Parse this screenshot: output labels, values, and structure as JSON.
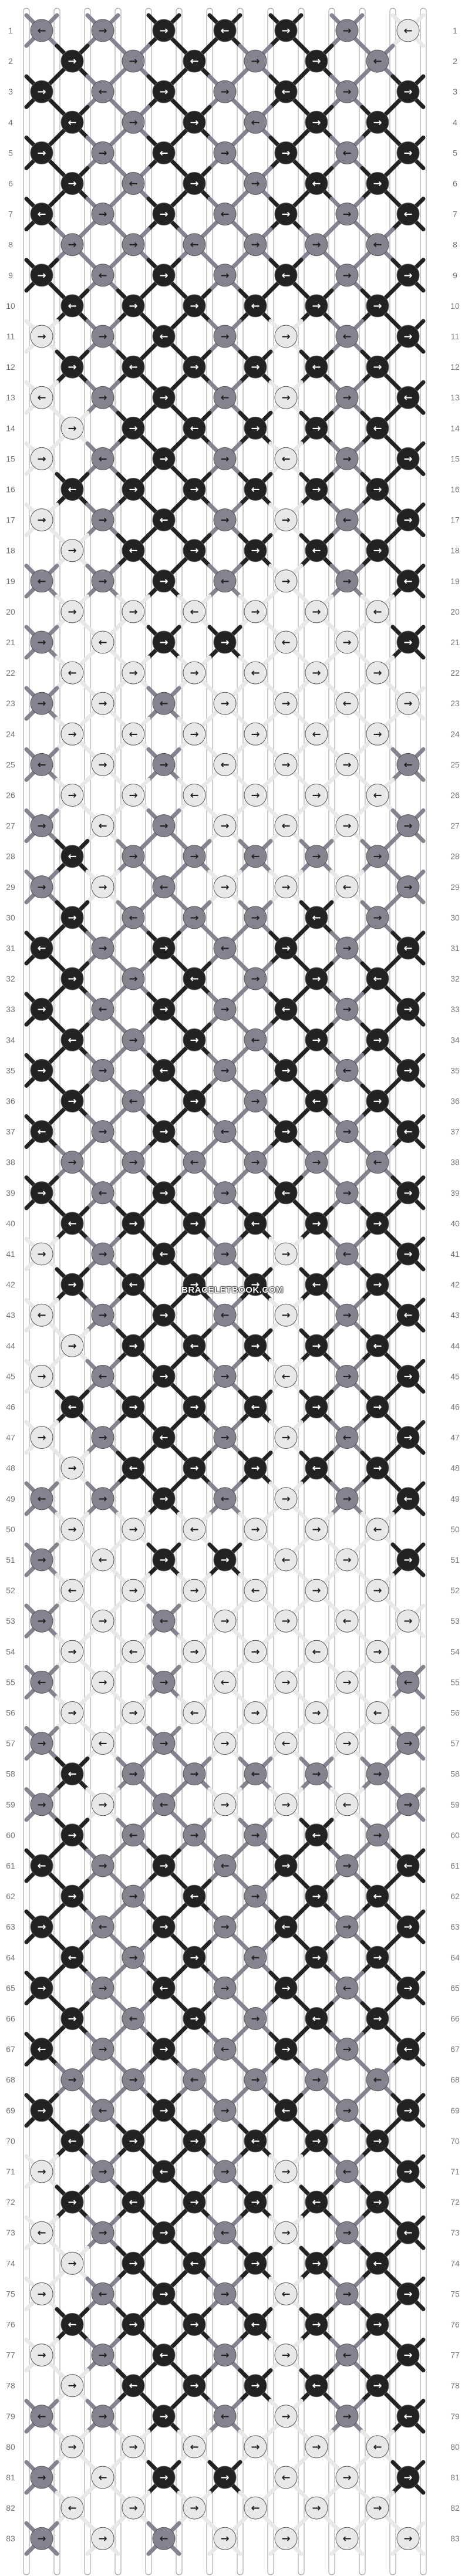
{
  "pattern": {
    "row_numbers_left": [
      "1",
      "2",
      "3",
      "4",
      "5",
      "6",
      "7",
      "8",
      "9",
      "10",
      "11",
      "12",
      "13",
      "14",
      "15",
      "16",
      "17",
      "18",
      "19",
      "20",
      "21",
      "22",
      "23",
      "24",
      "25",
      "26",
      "27",
      "28",
      "29",
      "30",
      "31",
      "32",
      "33",
      "34",
      "35",
      "36",
      "37",
      "38",
      "39",
      "40",
      "41",
      "42",
      "43",
      "44",
      "45",
      "46",
      "47",
      "48",
      "49",
      "50",
      "51",
      "52",
      "53",
      "54",
      "55",
      "56",
      "57",
      "58",
      "59",
      "60",
      "61",
      "62",
      "63",
      "64",
      "65",
      "66",
      "67",
      "68",
      "69",
      "70",
      "71",
      "72",
      "73",
      "74",
      "75",
      "76",
      "77",
      "78",
      "79",
      "80",
      "81",
      "82",
      "83"
    ],
    "row_numbers_right": [
      "1",
      "2",
      "3",
      "4",
      "5",
      "6",
      "7",
      "8",
      "9",
      "10",
      "11",
      "12",
      "13",
      "14",
      "15",
      "16",
      "17",
      "18",
      "19",
      "20",
      "21",
      "22",
      "23",
      "24",
      "25",
      "26",
      "27",
      "28",
      "29",
      "30",
      "31",
      "32",
      "33",
      "34",
      "35",
      "36",
      "37",
      "38",
      "39",
      "40",
      "41",
      "42",
      "43",
      "44",
      "45",
      "46",
      "47",
      "48",
      "49",
      "50",
      "51",
      "52",
      "53",
      "54",
      "55",
      "56",
      "57",
      "58",
      "59",
      "60",
      "61",
      "62",
      "63",
      "64",
      "65",
      "66",
      "67",
      "68",
      "69",
      "70",
      "71",
      "72",
      "73",
      "74",
      "75",
      "76",
      "77",
      "78",
      "79",
      "80",
      "81",
      "82",
      "83"
    ],
    "strand_count": 14,
    "knots_per_odd_row": 7,
    "knots_per_even_row": 6,
    "palette": {
      "black": "#222222",
      "gray": "#85838f",
      "white": "#e8e8e8",
      "outline": "#555555",
      "row_number_color": "#777777"
    },
    "rows": [
      [
        "gray",
        "gray",
        "black",
        "black",
        "black",
        "gray",
        "white"
      ],
      [
        "black",
        "gray",
        "black",
        "gray",
        "black",
        "gray"
      ],
      [
        "black",
        "gray",
        "black",
        "gray",
        "black",
        "gray",
        "black"
      ],
      [
        "black",
        "gray",
        "black",
        "gray",
        "black",
        "black"
      ],
      [
        "black",
        "gray",
        "black",
        "gray",
        "black",
        "gray",
        "black"
      ],
      [
        "black",
        "gray",
        "black",
        "gray",
        "black",
        "black"
      ],
      [
        "black",
        "gray",
        "black",
        "gray",
        "black",
        "gray",
        "black"
      ],
      [
        "gray",
        "gray",
        "gray",
        "gray",
        "gray",
        "gray"
      ],
      [
        "black",
        "gray",
        "black",
        "gray",
        "black",
        "gray",
        "black"
      ],
      [
        "black",
        "black",
        "black",
        "black",
        "black",
        "black"
      ],
      [
        "white",
        "gray",
        "black",
        "gray",
        "white",
        "gray",
        "black"
      ],
      [
        "black",
        "black",
        "black",
        "black",
        "black",
        "black"
      ],
      [
        "white",
        "gray",
        "black",
        "gray",
        "white",
        "gray",
        "black"
      ],
      [
        "white",
        "black",
        "black",
        "black",
        "black",
        "black"
      ],
      [
        "white",
        "gray",
        "black",
        "gray",
        "white",
        "gray",
        "black"
      ],
      [
        "black",
        "black",
        "black",
        "black",
        "black",
        "black"
      ],
      [
        "white",
        "gray",
        "black",
        "gray",
        "white",
        "gray",
        "black"
      ],
      [
        "white",
        "black",
        "black",
        "black",
        "black",
        "black"
      ],
      [
        "gray",
        "gray",
        "black",
        "gray",
        "white",
        "gray",
        "black"
      ],
      [
        "white",
        "white",
        "white",
        "white",
        "white",
        "white"
      ],
      [
        "gray",
        "white",
        "black",
        "black",
        "white",
        "white",
        "black"
      ],
      [
        "white",
        "white",
        "white",
        "white",
        "white",
        "white"
      ],
      [
        "gray",
        "white",
        "gray",
        "white",
        "white",
        "white",
        "white"
      ],
      [
        "white",
        "white",
        "white",
        "white",
        "white",
        "white"
      ],
      [
        "gray",
        "white",
        "gray",
        "white",
        "white",
        "white",
        "gray"
      ],
      [
        "white",
        "white",
        "white",
        "white",
        "white",
        "white"
      ],
      [
        "gray",
        "white",
        "gray",
        "white",
        "white",
        "white",
        "gray"
      ],
      [
        "black",
        "gray",
        "gray",
        "gray",
        "gray",
        "gray"
      ],
      [
        "gray",
        "white",
        "gray",
        "white",
        "white",
        "white",
        "gray"
      ],
      [
        "black",
        "gray",
        "gray",
        "gray",
        "black",
        "gray"
      ],
      [
        "black",
        "gray",
        "black",
        "gray",
        "black",
        "gray",
        "black"
      ],
      [
        "black",
        "gray",
        "black",
        "gray",
        "black",
        "black"
      ],
      [
        "black",
        "gray",
        "black",
        "gray",
        "black",
        "gray",
        "black"
      ],
      [
        "black",
        "gray",
        "black",
        "gray",
        "black",
        "black"
      ],
      [
        "black",
        "gray",
        "black",
        "gray",
        "black",
        "gray",
        "black"
      ],
      [
        "black",
        "gray",
        "black",
        "gray",
        "black",
        "black"
      ],
      [
        "black",
        "gray",
        "black",
        "gray",
        "black",
        "gray",
        "black"
      ],
      [
        "gray",
        "gray",
        "gray",
        "gray",
        "gray",
        "gray"
      ],
      [
        "black",
        "gray",
        "black",
        "gray",
        "black",
        "gray",
        "black"
      ],
      [
        "black",
        "black",
        "black",
        "black",
        "black",
        "black"
      ],
      [
        "white",
        "gray",
        "black",
        "gray",
        "white",
        "gray",
        "black"
      ],
      [
        "black",
        "black",
        "black",
        "black",
        "black",
        "black"
      ],
      [
        "white",
        "gray",
        "black",
        "gray",
        "white",
        "gray",
        "black"
      ],
      [
        "white",
        "black",
        "black",
        "black",
        "black",
        "black"
      ],
      [
        "white",
        "gray",
        "black",
        "gray",
        "white",
        "gray",
        "black"
      ],
      [
        "black",
        "black",
        "black",
        "black",
        "black",
        "black"
      ],
      [
        "white",
        "gray",
        "black",
        "gray",
        "white",
        "gray",
        "black"
      ],
      [
        "white",
        "black",
        "black",
        "black",
        "black",
        "black"
      ],
      [
        "gray",
        "gray",
        "black",
        "gray",
        "white",
        "gray",
        "black"
      ],
      [
        "white",
        "white",
        "white",
        "white",
        "white",
        "white"
      ],
      [
        "gray",
        "white",
        "black",
        "black",
        "white",
        "white",
        "black"
      ],
      [
        "white",
        "white",
        "white",
        "white",
        "white",
        "white"
      ],
      [
        "gray",
        "white",
        "gray",
        "white",
        "white",
        "white",
        "white"
      ],
      [
        "white",
        "white",
        "white",
        "white",
        "white",
        "white"
      ],
      [
        "gray",
        "white",
        "gray",
        "white",
        "white",
        "white",
        "gray"
      ],
      [
        "white",
        "white",
        "white",
        "white",
        "white",
        "white"
      ],
      [
        "gray",
        "white",
        "gray",
        "white",
        "white",
        "white",
        "gray"
      ],
      [
        "black",
        "gray",
        "gray",
        "gray",
        "gray",
        "gray"
      ],
      [
        "gray",
        "white",
        "gray",
        "white",
        "white",
        "white",
        "gray"
      ],
      [
        "black",
        "gray",
        "gray",
        "gray",
        "black",
        "gray"
      ],
      [
        "black",
        "gray",
        "black",
        "gray",
        "black",
        "gray",
        "black"
      ],
      [
        "black",
        "gray",
        "black",
        "gray",
        "black",
        "black"
      ],
      [
        "black",
        "gray",
        "black",
        "gray",
        "black",
        "gray",
        "black"
      ],
      [
        "black",
        "gray",
        "black",
        "gray",
        "black",
        "black"
      ],
      [
        "black",
        "gray",
        "black",
        "gray",
        "black",
        "gray",
        "black"
      ],
      [
        "black",
        "gray",
        "black",
        "gray",
        "black",
        "black"
      ],
      [
        "black",
        "gray",
        "black",
        "gray",
        "black",
        "gray",
        "black"
      ],
      [
        "gray",
        "gray",
        "gray",
        "gray",
        "gray",
        "gray"
      ],
      [
        "black",
        "gray",
        "black",
        "gray",
        "black",
        "gray",
        "black"
      ],
      [
        "black",
        "black",
        "black",
        "black",
        "black",
        "black"
      ],
      [
        "white",
        "gray",
        "black",
        "gray",
        "white",
        "gray",
        "black"
      ],
      [
        "black",
        "black",
        "black",
        "black",
        "black",
        "black"
      ],
      [
        "white",
        "gray",
        "black",
        "gray",
        "white",
        "gray",
        "black"
      ],
      [
        "white",
        "black",
        "black",
        "black",
        "black",
        "black"
      ],
      [
        "white",
        "gray",
        "black",
        "gray",
        "white",
        "gray",
        "black"
      ],
      [
        "black",
        "black",
        "black",
        "black",
        "black",
        "black"
      ],
      [
        "white",
        "gray",
        "black",
        "gray",
        "white",
        "gray",
        "black"
      ],
      [
        "white",
        "black",
        "black",
        "black",
        "black",
        "black"
      ],
      [
        "gray",
        "gray",
        "black",
        "gray",
        "white",
        "gray",
        "black"
      ],
      [
        "white",
        "white",
        "white",
        "white",
        "white",
        "white"
      ],
      [
        "gray",
        "white",
        "black",
        "black",
        "white",
        "white",
        "black"
      ],
      [
        "white",
        "white",
        "white",
        "white",
        "white",
        "white"
      ],
      [
        "gray",
        "white",
        "gray",
        "white",
        "white",
        "white",
        "white"
      ]
    ]
  },
  "watermark": {
    "text": "BRACELETBOOK.COM"
  }
}
